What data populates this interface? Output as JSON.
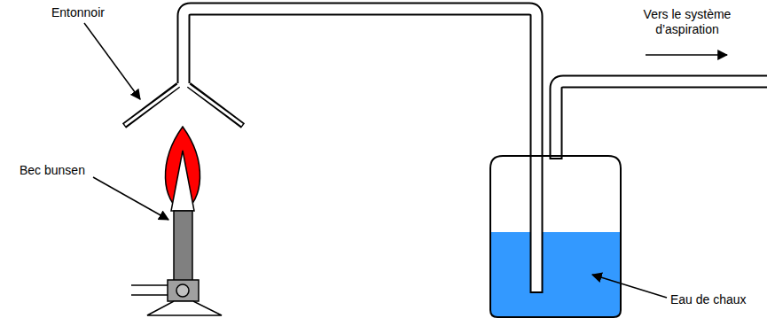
{
  "diagram": {
    "labels": [
      "Entonnoir",
      "Vers le système d’aspiration",
      "Bec bunsen",
      "Eau de chaux"
    ]
  }
}
